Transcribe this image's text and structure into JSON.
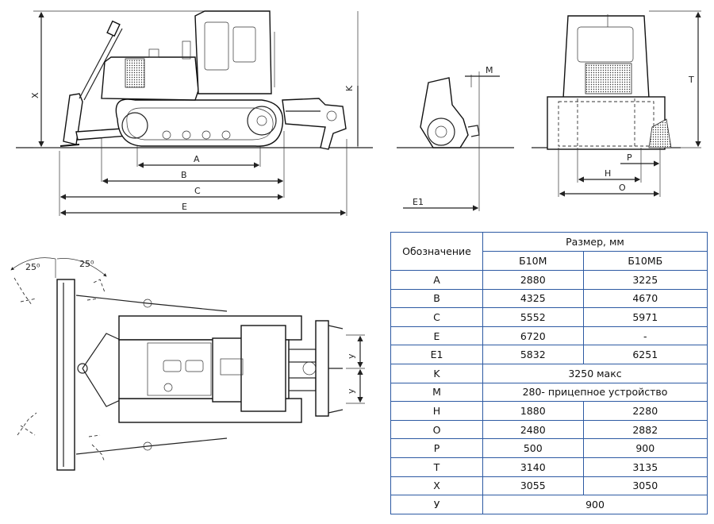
{
  "side_view": {
    "dims": {
      "X": "X",
      "K": "K",
      "A": "A",
      "B": "B",
      "C": "C",
      "E": "E"
    }
  },
  "blade_view": {
    "dims": {
      "M": "M",
      "E1": "E1"
    }
  },
  "front_view": {
    "dims": {
      "T": "T",
      "P": "P",
      "H": "H",
      "O": "O"
    }
  },
  "top_view": {
    "angles": [
      "25⁰",
      "25⁰"
    ],
    "dims": [
      "y",
      "y"
    ]
  },
  "table": {
    "header": {
      "designation": "Обозначение",
      "size": "Размер, мм",
      "models": [
        "Б10М",
        "Б10МБ"
      ]
    },
    "rows": [
      {
        "label": "A",
        "v1": "2880",
        "v2": "3225"
      },
      {
        "label": "B",
        "v1": "4325",
        "v2": "4670"
      },
      {
        "label": "C",
        "v1": "5552",
        "v2": "5971"
      },
      {
        "label": "E",
        "v1": "6720",
        "v2": "-"
      },
      {
        "label": "E1",
        "v1": "5832",
        "v2": "6251"
      },
      {
        "label": "K",
        "span": "3250 макс"
      },
      {
        "label": "M",
        "span": "280- прицепное устройство"
      },
      {
        "label": "H",
        "v1": "1880",
        "v2": "2280"
      },
      {
        "label": "O",
        "v1": "2480",
        "v2": "2882"
      },
      {
        "label": "P",
        "v1": "500",
        "v2": "900"
      },
      {
        "label": "T",
        "v1": "3140",
        "v2": "3135"
      },
      {
        "label": "X",
        "v1": "3055",
        "v2": "3050"
      },
      {
        "label": "У",
        "span": "900"
      }
    ]
  }
}
